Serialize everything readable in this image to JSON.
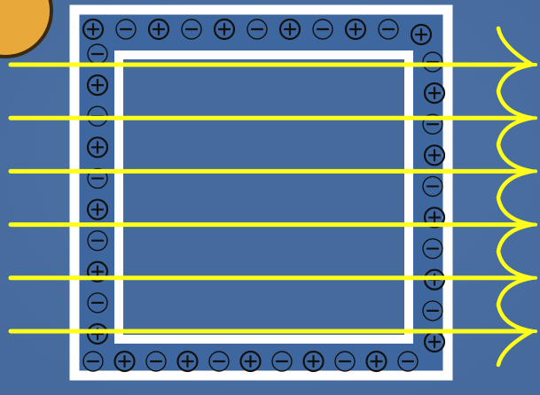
{
  "colors": {
    "background": "#4f73a6",
    "background_dark": "#456a9c",
    "frame_fill": "#3e669f",
    "frame_border": "#ffffff",
    "field_line": "#ffff1a",
    "charge_outline": "#111111",
    "badge": "#e8a83a"
  },
  "field_lines": {
    "count": 6,
    "direction": "left-to-right",
    "edge_feature": "curved-wavefront"
  },
  "charges": {
    "top_row": [
      "+",
      "-",
      "+",
      "-",
      "+",
      "-",
      "+",
      "-",
      "+",
      "-",
      "+"
    ],
    "left_column": [
      "-",
      "+",
      "-",
      "+",
      "-",
      "+",
      "-",
      "+",
      "-",
      "+"
    ],
    "right_column": [
      "-",
      "+",
      "-",
      "+",
      "-",
      "+",
      "-",
      "+",
      "-",
      "+"
    ],
    "bottom_row": [
      "-",
      "+",
      "-",
      "+",
      "-",
      "+",
      "-",
      "+",
      "-",
      "+",
      "-"
    ]
  }
}
